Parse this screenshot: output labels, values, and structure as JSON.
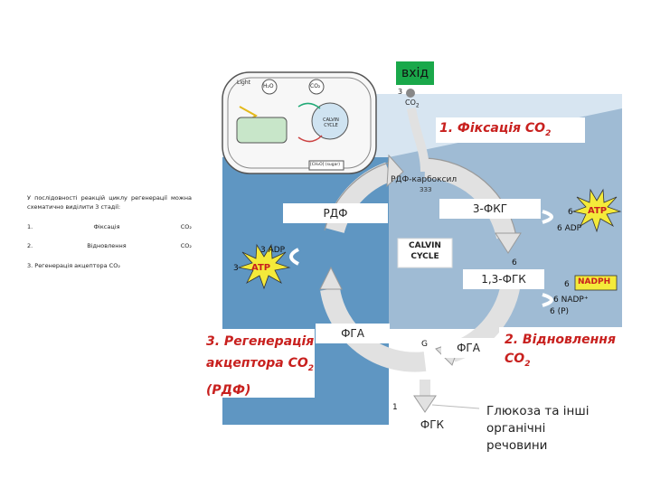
{
  "input_label": "вхід",
  "co2_input": {
    "count": "3",
    "formula": "CO",
    "sub": "2"
  },
  "stage1": {
    "text": "1. Фіксація CO",
    "sub": "2"
  },
  "stage2": {
    "line1": "2. Відновлення",
    "line2": "CO",
    "sub": "2"
  },
  "stage3": {
    "line1": "3. Регенерація",
    "line2": "акцептора CO",
    "sub": "2",
    "line3": "(РДФ)"
  },
  "rdf_carboxylase": {
    "name": "РДФ-карбоксил",
    "sub": "ЗЗЗ"
  },
  "boxes": {
    "rdf": "РДФ",
    "fkg3": "3-ФКГ",
    "fgk13": "1,3-ФГК",
    "fga_left": "ФГА",
    "fga_right": "ФГА",
    "fgk_bottom": "ФГК"
  },
  "glucose": [
    "Глюкоза та інші",
    "органічні",
    "речовини"
  ],
  "calvin": {
    "line1": "CALVIN",
    "line2": "CYCLE"
  },
  "molecules": {
    "atp_right_count": "6",
    "atp": "ATP",
    "adp_right": "6 ADP",
    "atp_left_count": "3",
    "adp_left": "3 ADP",
    "nadph_count": "6",
    "nadph": "NADPH",
    "nadp": "6 NADP⁺",
    "pi": "6 (P)",
    "p6": "6",
    "p1": "1",
    "bottom_c": "G"
  },
  "chloroplast": {
    "light": "Light",
    "h2o": "H₂O",
    "co2": "CO₂",
    "calvin": "CALVIN CYCLE",
    "sugar": "[CH₂O] (sugar)"
  },
  "left_text": {
    "intro": "У послідовності реакцій циклу регенерації можна схематично виділити 3 стадії:",
    "items": [
      {
        "left": "1.",
        "mid": "Фіксація",
        "right": "CO₂"
      },
      {
        "left": "2.",
        "mid": "Відновлення",
        "right": "CO₂"
      }
    ],
    "item3": "3. Регенерація акцептора CO₂"
  },
  "colors": {
    "bg_left": "#5f96c2",
    "bg_right": "#9fbbd4",
    "top_band": "#d7e5f1",
    "red": "#c8201e",
    "green": "#1aa84a",
    "gray_box": "#e8e8e8",
    "atp_yellow": "#f4ea3a"
  }
}
